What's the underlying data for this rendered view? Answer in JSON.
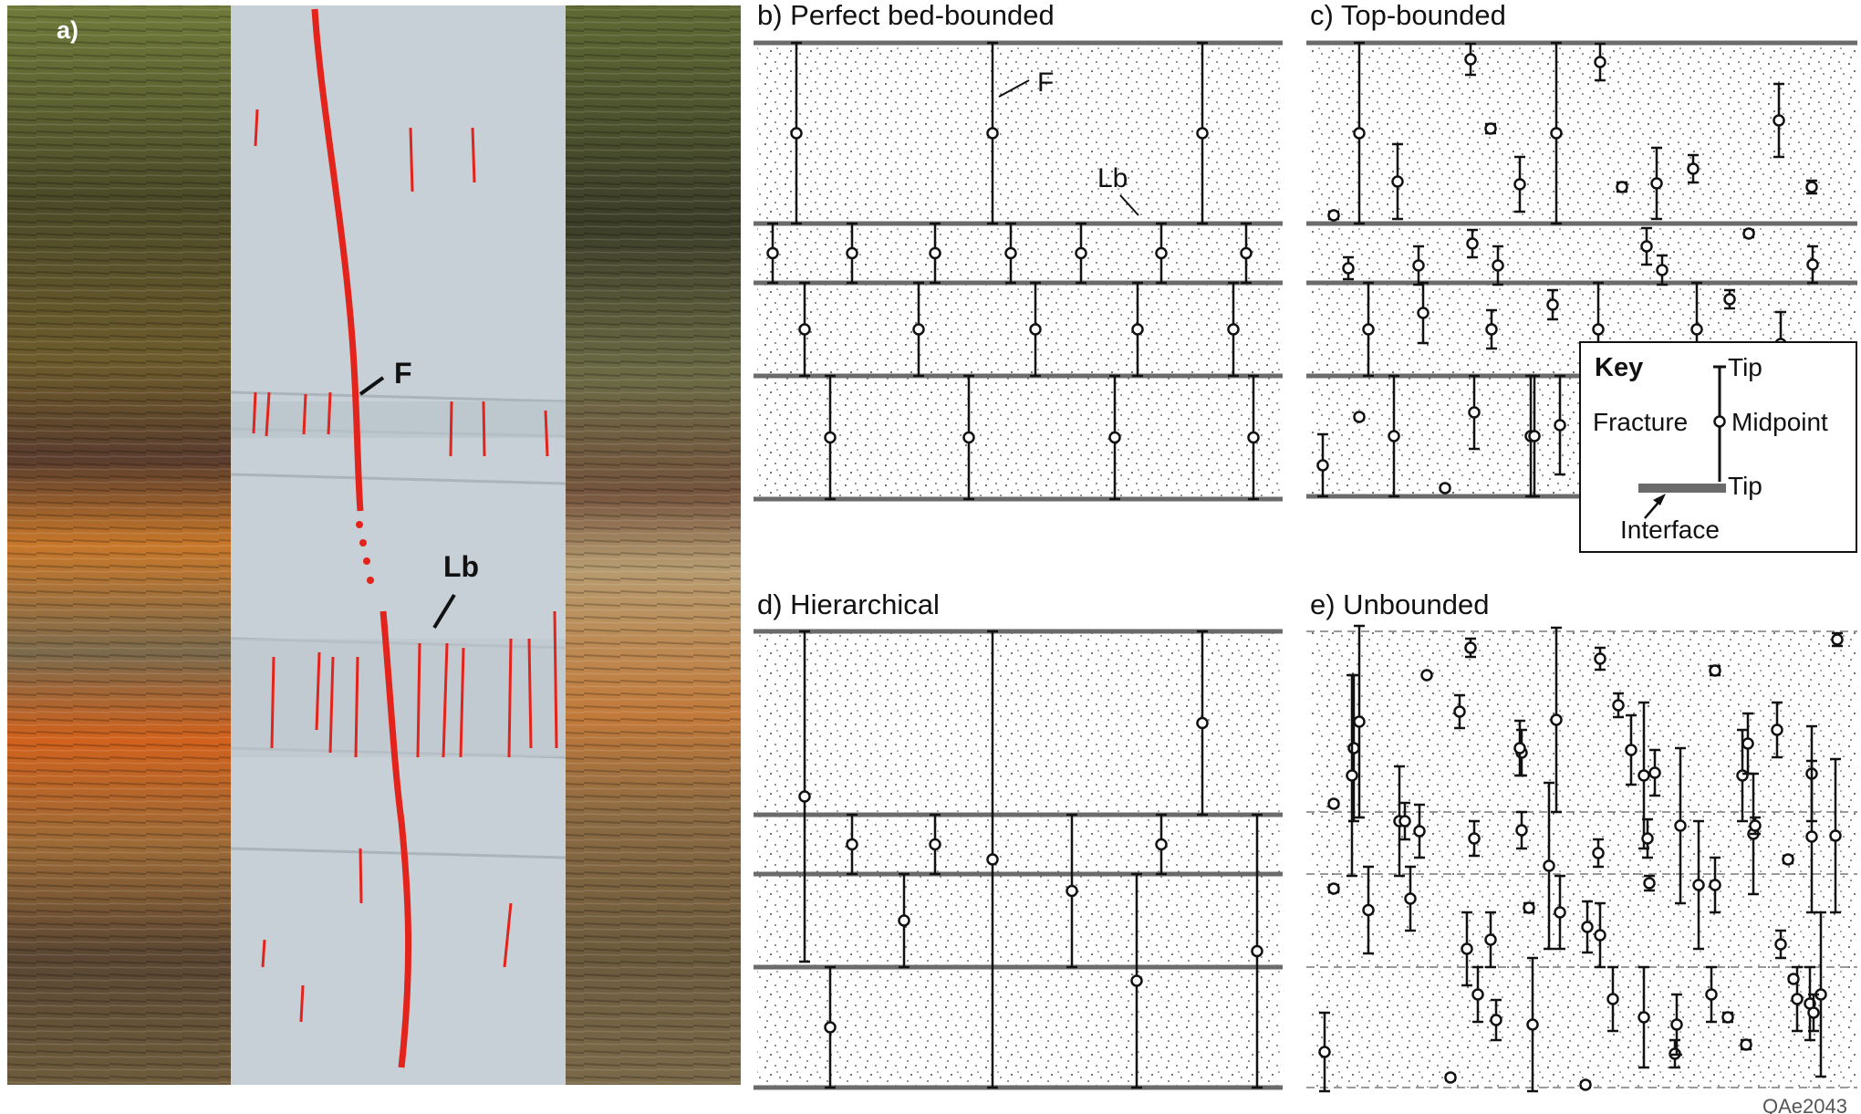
{
  "panels": {
    "a": {
      "label": "a)",
      "fault_label": "F",
      "layer_label": "Lb"
    },
    "b": {
      "title": "b) Perfect bed-bounded",
      "fault_label": "F",
      "layer_label": "Lb"
    },
    "c": {
      "title": "c) Top-bounded"
    },
    "d": {
      "title": "d) Hierarchical"
    },
    "e": {
      "title": "e) Unbounded"
    }
  },
  "key": {
    "title": "Key",
    "tip_top": "Tip",
    "fracture": "Fracture",
    "midpoint": "Midpoint",
    "tip_bottom": "Tip",
    "interface": "Interface"
  },
  "figure_code": "QAe2043",
  "colors": {
    "fracture_red": "#e3241c",
    "interface_gray": "#6b6b6b",
    "ink": "#111111",
    "overlay": "#c7d0d6"
  }
}
